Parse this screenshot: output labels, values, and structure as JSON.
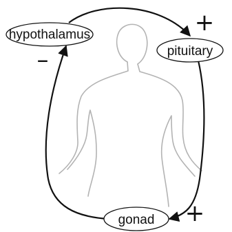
{
  "diagram": {
    "nodes": {
      "hypothalamus": "hypothalamus",
      "pituitary": "pituitary",
      "gonad": "gonad"
    },
    "signs": {
      "hypothalamus_to_pituitary": "+",
      "pituitary_to_gonad": "+",
      "gonad_to_hypothalamus": "–"
    },
    "edges": [
      {
        "from": "hypothalamus",
        "to": "pituitary",
        "sign": "+"
      },
      {
        "from": "pituitary",
        "to": "gonad",
        "sign": "+"
      },
      {
        "from": "gonad",
        "to": "hypothalamus",
        "sign": "–"
      }
    ],
    "colors": {
      "stroke": "#111111",
      "body_outline": "#b0b0b0",
      "node_fill": "#ffffff"
    }
  }
}
